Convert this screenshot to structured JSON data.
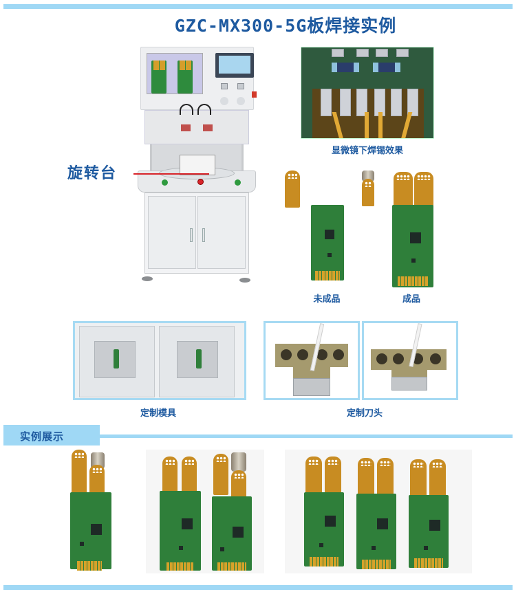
{
  "header": {
    "title": "GZC-MX300-5G板焊接实例"
  },
  "machine": {
    "pointer_label": "旋转台"
  },
  "micrograph": {
    "caption": "显微镜下焊锡效果"
  },
  "products": {
    "unfinished_caption": "未成品",
    "finished_caption": "成品"
  },
  "tooling": {
    "mold_caption": "定制模具",
    "knife_caption": "定制刀头"
  },
  "examples_section": {
    "title": "实例展示"
  },
  "colors": {
    "accent_blue": "#9fd8f5",
    "text_blue": "#1e5aa0",
    "pointer_red": "#d8242a"
  }
}
